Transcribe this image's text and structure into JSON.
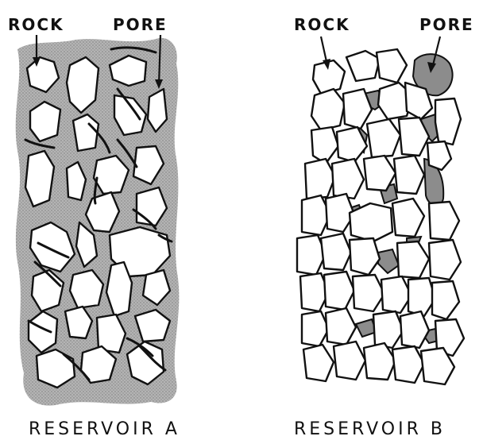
{
  "reservoir_a": {
    "rock_label": "ROCK",
    "pore_label": "PORE",
    "caption": "RESERVOIR A"
  },
  "reservoir_b": {
    "rock_label": "ROCK",
    "pore_label": "PORE",
    "caption": "RESERVOIR B"
  },
  "colors": {
    "pore_fill_a": "#a8a8a8",
    "pore_fill_b": "#8c8c8c",
    "grain_fill": "#ffffff",
    "outline": "#111111"
  }
}
